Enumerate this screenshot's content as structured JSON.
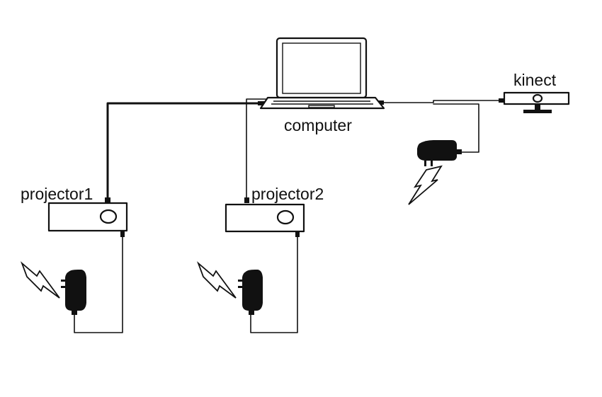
{
  "labels": {
    "computer": "computer",
    "kinect": "kinect",
    "projector1": "projector1",
    "projector2": "projector2"
  },
  "icons": {
    "laptop": "laptop-icon",
    "kinect_sensor": "kinect-sensor-icon",
    "projector": "projector-icon",
    "power_adapter": "power-adapter-icon",
    "electricity": "lightning-bolt-icon"
  },
  "colors": {
    "stroke": "#111111",
    "background": "#ffffff"
  }
}
